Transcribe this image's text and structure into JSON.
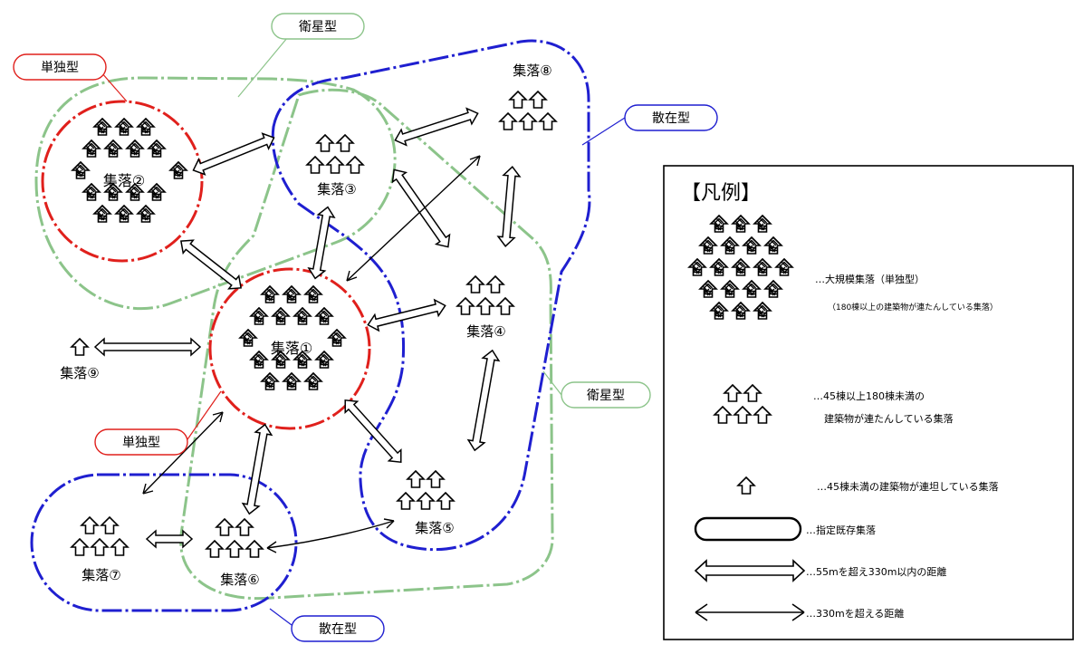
{
  "settlements": {
    "s1": "集落①",
    "s2": "集落②",
    "s3": "集落③",
    "s4": "集落④",
    "s5": "集落⑤",
    "s6": "集落⑥",
    "s7": "集落⑦",
    "s8": "集落⑧",
    "s9": "集落⑨"
  },
  "type_labels": {
    "eisei_top": "衛星型",
    "eisei_right": "衛星型",
    "tandoku_top": "単独型",
    "tandoku_mid": "単独型",
    "sanzai_right": "散在型",
    "sanzai_bottom": "散在型"
  },
  "legend": {
    "title": "【凡例】",
    "large": "…大規模集落（単独型）",
    "large_note": "（180棟以上の建築物が連たんしている集落）",
    "medium_1": "…45棟以上180棟未満の",
    "medium_2": "建築物が連たんしている集落",
    "small": "…45棟未満の建築物が連坦している集落",
    "designated": "…指定既存集落",
    "dist_near": "…55mを超え330m以内の距離",
    "dist_far": "…330mを超える距離"
  },
  "colors": {
    "red": "#e0201c",
    "green": "#8cc48a",
    "blue": "#1f1fd0",
    "black": "#000000"
  }
}
